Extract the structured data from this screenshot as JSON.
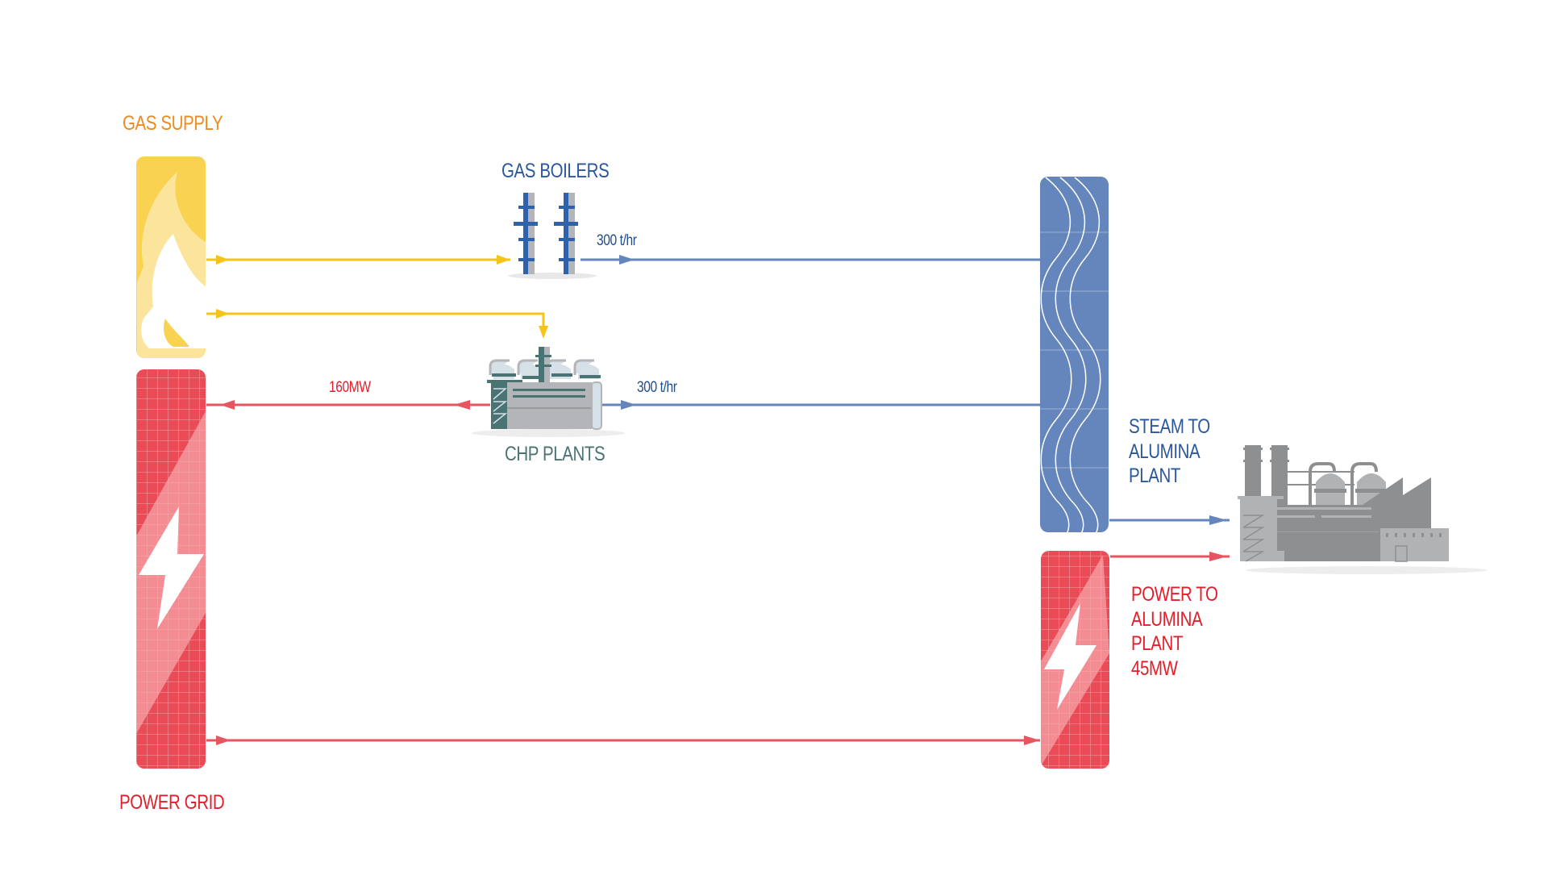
{
  "colors": {
    "gas": "#f6c319",
    "gas_label": "#ee8a1e",
    "steam": "#6486bd",
    "steam_label": "#2b579c",
    "power": "#e8434f",
    "power_label": "#e31e2b",
    "chp_label": "#4a7373",
    "plant": "#8e8f91"
  },
  "nodes": {
    "gas_supply": {
      "label": "GAS SUPPLY",
      "icon": "flame-icon"
    },
    "power_grid": {
      "label": "POWER GRID",
      "icon": "lightning-bolt-icon"
    },
    "gas_boilers": {
      "label": "GAS BOILERS",
      "icon": "boiler-chimneys-icon"
    },
    "chp_plants": {
      "label": "CHP PLANTS",
      "icon": "chp-plant-icon"
    },
    "steam_header": {
      "icon": "steam-waves-icon"
    },
    "power_header": {
      "icon": "lightning-bolt-icon"
    },
    "steam_to_plant": {
      "label": "STEAM TO\nALUMINA\nPLANT"
    },
    "power_to_plant": {
      "label": "POWER TO\nALUMINA\nPLANT\n45MW"
    },
    "alumina_plant": {
      "icon": "factory-icon"
    }
  },
  "flows": [
    {
      "from": "gas_supply",
      "to": "gas_boilers",
      "type": "gas"
    },
    {
      "from": "gas_supply",
      "to": "chp_plants",
      "type": "gas"
    },
    {
      "from": "gas_boilers",
      "to": "steam_header",
      "type": "steam",
      "label": "300 t/hr"
    },
    {
      "from": "chp_plants",
      "to": "steam_header",
      "type": "steam",
      "label": "300 t/hr"
    },
    {
      "from": "chp_plants",
      "to": "power_grid",
      "type": "power",
      "label": "160MW"
    },
    {
      "from": "power_grid",
      "to": "power_header",
      "type": "power"
    },
    {
      "from": "steam_header",
      "to": "alumina_plant",
      "type": "steam"
    },
    {
      "from": "power_header",
      "to": "alumina_plant",
      "type": "power"
    }
  ]
}
